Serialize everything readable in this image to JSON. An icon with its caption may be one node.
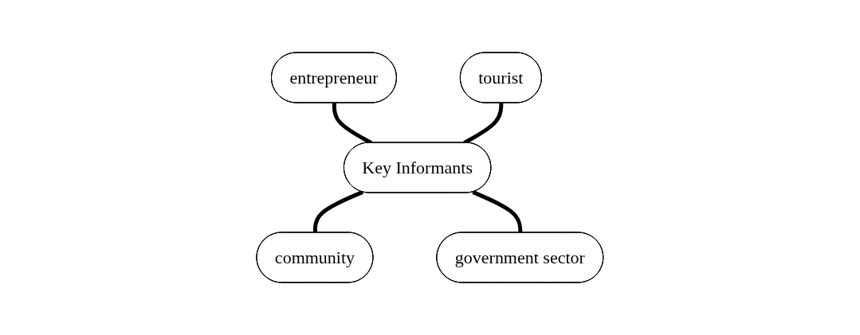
{
  "diagram": {
    "nodes": [
      {
        "text": [
          "entrepreneur"
        ]
      },
      {
        "text": [
          "tourist"
        ]
      },
      {
        "text": [
          "Key Informants"
        ]
      },
      {
        "text": [
          "community"
        ]
      },
      {
        "text": [
          "government sector"
        ]
      }
    ],
    "edges": [
      {
        "from": 0,
        "to": 2,
        "arrow": "none"
      },
      {
        "from": 1,
        "to": 2,
        "arrow": "none"
      },
      {
        "from": 2,
        "to": 3,
        "arrow": "none"
      },
      {
        "from": 2,
        "to": 4,
        "arrow": "none"
      }
    ]
  }
}
